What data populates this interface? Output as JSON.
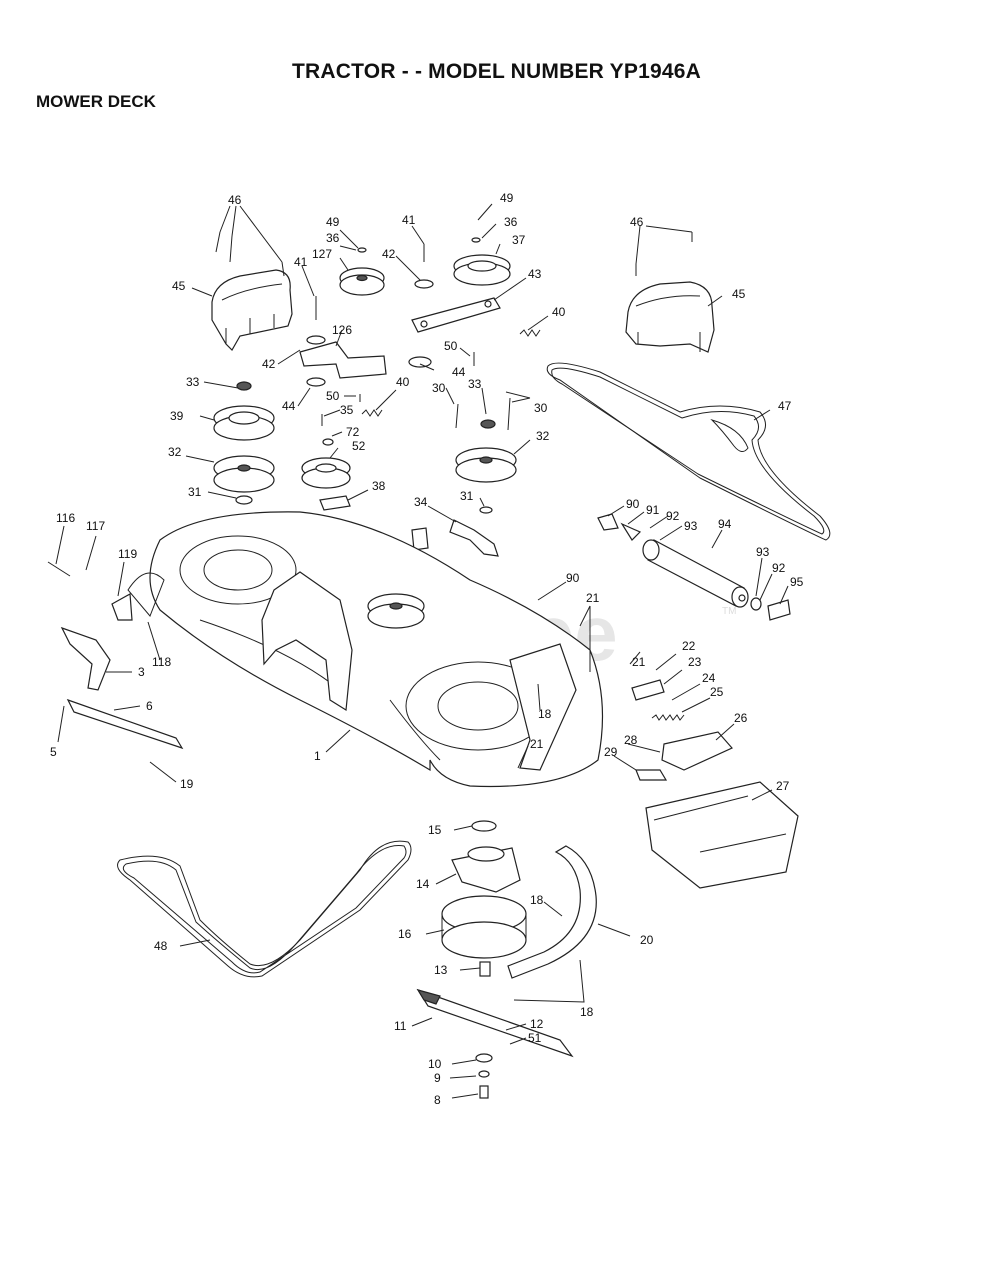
{
  "header": {
    "title": "TRACTOR - - MODEL NUMBER YP1946A",
    "section": "MOWER DECK"
  },
  "watermark": {
    "text": "PartsTree",
    "tm": "TM"
  },
  "callouts": {
    "c46a": "46",
    "c46b": "46",
    "c45a": "45",
    "c45b": "45",
    "c41a": "41",
    "c41b": "41",
    "c49a": "49",
    "c49b": "49",
    "c36a": "36",
    "c36b": "36",
    "c127": "127",
    "c42a": "42",
    "c42b": "42",
    "c37": "37",
    "c43": "43",
    "c40a": "40",
    "c40b": "40",
    "c126": "126",
    "c50a": "50",
    "c50b": "50",
    "c44a": "44",
    "c44b": "44",
    "c33a": "33",
    "c33b": "33",
    "c30a": "30",
    "c30b": "30",
    "c39": "39",
    "c35": "35",
    "c72": "72",
    "c52": "52",
    "c32a": "32",
    "c32b": "32",
    "c31a": "31",
    "c31b": "31",
    "c38": "38",
    "c34": "34",
    "c47": "47",
    "c90a": "90",
    "c90b": "90",
    "c91": "91",
    "c92a": "92",
    "c92b": "92",
    "c93a": "93",
    "c93b": "93",
    "c94": "94",
    "c95": "95",
    "c116": "116",
    "c117": "117",
    "c119": "119",
    "c118": "118",
    "c3": "3",
    "c6": "6",
    "c5": "5",
    "c19": "19",
    "c1": "1",
    "c21a": "21",
    "c21b": "21",
    "c21c": "21",
    "c22": "22",
    "c23": "23",
    "c24": "24",
    "c25": "25",
    "c26": "26",
    "c27": "27",
    "c28": "28",
    "c29": "29",
    "c18a": "18",
    "c18b": "18",
    "c18c": "18",
    "c15": "15",
    "c14": "14",
    "c16": "16",
    "c13": "13",
    "c20": "20",
    "c48": "48",
    "c11": "11",
    "c12": "12",
    "c51": "51",
    "c10": "10",
    "c9": "9",
    "c8": "8"
  }
}
